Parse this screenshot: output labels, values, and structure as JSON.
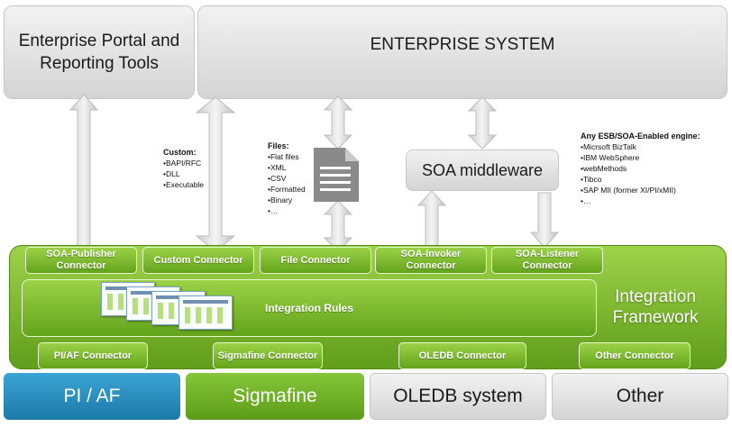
{
  "top": {
    "portal": "Enterprise Portal and Reporting Tools",
    "enterprise": "ENTERPRISE SYSTEM"
  },
  "custom": {
    "heading": "Custom:",
    "items": [
      "•BAPI/RFC",
      "•DLL",
      "•Executable"
    ]
  },
  "files": {
    "heading": "Files:",
    "items": [
      "•Flat files",
      "•XML",
      "•CSV",
      "•Formatted",
      "•Binary",
      "•…"
    ]
  },
  "soa_middleware": "SOA middleware",
  "esb": {
    "heading": "Any ESB/SOA-Enabled  engine:",
    "items": [
      "•Micrsoft BizTalk",
      "•IBM WebSphere",
      "•webMethods",
      "•Tibco",
      "•SAP MII (former XI/PI/xMII)",
      "•…"
    ]
  },
  "connectors_top": [
    "SOA-Publisher Connector",
    "Custom Connector",
    "File Connector",
    "SOA-Invoker Connector",
    "SOA-Listener Connector"
  ],
  "integration_rules": "Integration Rules",
  "framework_label": "Integration Framework",
  "connectors_bottom": [
    "PI/AF Connector",
    "Sigmafine Connector",
    "OLEDB Connector",
    "Other Connector"
  ],
  "systems": [
    "PI / AF",
    "Sigmafine",
    "OLEDB system",
    "Other"
  ],
  "colors": {
    "green": "#7dbb2e",
    "pi_blue": "#2a8fbe",
    "sigmafine_green": "#6aae22",
    "grey": "#e2e2e2"
  }
}
